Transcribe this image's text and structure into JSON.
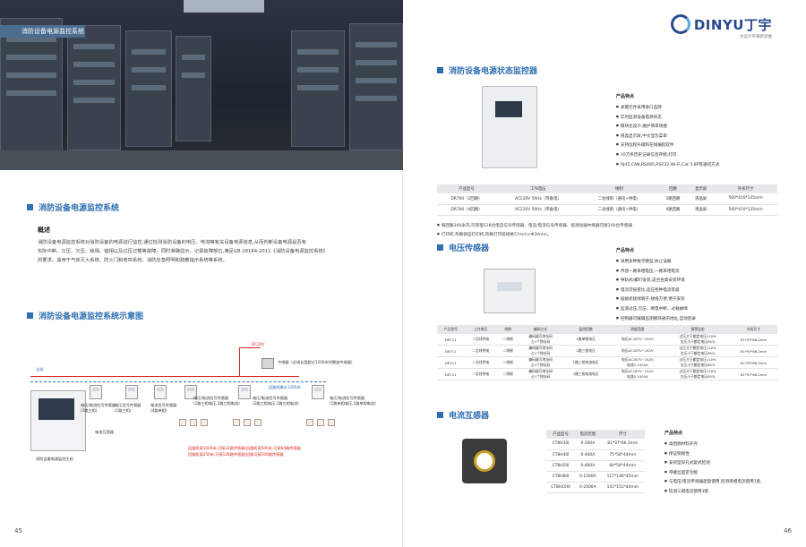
{
  "left_page": {
    "hero_label": "消防设备电源监控系统",
    "section1_title": "消防设备电源监控系统",
    "overview_title": "概述",
    "overview_text": [
      "消防设备电源监控系统对消防设备的电源进行监控,通过检测消防设备的电压、电流等有关设备电源信息,从而判断设备电源是否有",
      "实际中断、欠压、欠压、缺相、错相以及过压过载等故障。同时准确显示、记录故障部位,满足GB 28184-2011《消防设备电源监控系统》",
      "的要求。适用于气体灭火系统、防火门和卷帘系统、消防应急照明和疏散指示系统等系统。"
    ],
    "section2_title": "消防设备电源监控系统示意图",
    "diagram": {
      "dc_label": "DC24V",
      "bus_label": "总线",
      "host_label": "消防设备电源监控主机",
      "loop_label": "回路线最长1200米",
      "relay_label": "中继器（总线长度超过1200米时需加中继器）",
      "sensor_labels": [
        "电压/电流信号传感器\n(3路三相)",
        "电压信号传感器\n(1路三相)",
        "电流信号传感器\n(4路单相)",
        "电压/电流信号传感器\n(1路三相电压,1路三相电流)",
        "电压/电流信号传感器\n(2路三相电压,1路三相电流)",
        "电压/电流信号传感器\n(1路单相电压,1路单相电流)"
      ],
      "transformer_label": "电流互感器",
      "notes": [
        "回路距离1000米,可接32路传感器(回路距离500米,可接64路传感器",
        "回路距离250米,可接128路传感器)回路可接200路传感器"
      ]
    },
    "page_number": "45"
  },
  "right_page": {
    "logo_text": "DINYU丁宇",
    "logo_sub": "为设计带来新思维",
    "s1": {
      "title": "消防设备电源状态监控器",
      "features_title": "产品特点",
      "features": [
        "关键元件采用进口品牌",
        "实时监测设备电源状态",
        "模块化设计,维护简单快捷",
        "液晶显示屏,中文显示菜单",
        "支持远程升级和在线编程软件",
        "10万条历史记录信息存储,打印",
        "RJ45,CAN,RS485,RS232,Wi-Fi,Cat 5,8P等通讯方式"
      ],
      "headers": [
        "产品型号",
        "工作电压",
        "线制",
        "回路",
        "显示屏",
        "外形尺寸"
      ],
      "rows": [
        [
          "DR700（2回路）",
          "AC220V 50Hz（带备电）",
          "二总线制（通讯+供电）",
          "2路回路",
          "液晶屏",
          "500*410*135mm"
        ],
        [
          "DR700（4回路）",
          "AC220V 50Hz（带备电）",
          "二总线制（通讯+供电）",
          "4路回路",
          "液晶屏",
          "500*410*135mm"
        ]
      ],
      "notes": [
        "每回路300米内,可管理128台电压信号传感器、电压/电流信号传感器、能源加编中继器可接200台传感器",
        "打印机:热敏微型打印机,热敏打印纸规格57mm×Φ30mm。"
      ]
    },
    "s2": {
      "title": "电压传感器",
      "features_title": "产品特点",
      "features": [
        "采用多种数学模型,防止误报",
        "传感一路单相电压,一路单相电流",
        "导轨式/螺钉安装,适合各类安装环境",
        "电流可按变比,适应各种电流等级",
        "插拔式接线端子,接线方便,便于安装",
        "监测过压,欠压、断电中断、过载故障",
        "控制器可编辑监测模块通讯地址,自动登录"
      ],
      "headers": [
        "产品型号",
        "工作电压",
        "线制",
        "编码方式",
        "监测回路",
        "测量范围",
        "报警设定",
        "外形尺寸"
      ],
      "rows": [
        [
          "DR711",
          "二总线供电",
          "二线制",
          "编码器写地址码\n占1个独址码",
          "1路单相电压",
          "电压AC187V~242V",
          "过压大于额定电压110%\n欠压小于额定电压85%",
          "81*97*66.2mm"
        ],
        [
          "DR711",
          "二总线供电",
          "二线制",
          "编码器写地址码\n占1个独址码",
          "2路三相电压",
          "电压AC187V~242V",
          "过压大于额定电压110%\n欠压小于额定电压85%",
          "81*97*66.2mm"
        ],
        [
          "DR711",
          "二总线供电",
          "二线制",
          "编码器写地址码\n占1个独址码",
          "1路三相电流电压",
          "电压AC187V~242V\n电流0-1000A",
          "过压大于额定电压110%\n欠压小于额定电压85%",
          "81*97*66.2mm"
        ],
        [
          "DR711",
          "二总线供电",
          "二线制",
          "编码器写地址码\n占1个独址码",
          "2路三相电流电压",
          "电压AC187V~242V\n电流0-1000A",
          "过压大于额定电压110%\n欠压小于额定电压85%",
          "81*97*66.2mm"
        ]
      ]
    },
    "s3": {
      "title": "电流互感器",
      "headers": [
        "产品型号",
        "电流范围",
        "尺寸"
      ],
      "rows": [
        [
          "CT8H30I",
          "0-200A",
          "81*97*66.2mm"
        ],
        [
          "CT8H40I",
          "0-400A",
          "75*58*44mm"
        ],
        [
          "CT8H50I",
          "0-800A",
          "84*58*44mm"
        ],
        [
          "CT8H80I",
          "0-1500A",
          "117*148*45mm"
        ],
        [
          "CT8H100I",
          "0-2000A",
          "141*151*44mm"
        ]
      ],
      "features_title": "产品特点",
      "features": [
        "高阻燃材料外壳",
        "保证铜接性",
        "安装型穿孔式复式检测",
        "带螺丝固定功能",
        "与电压/电流传感器配套使用,检测单相电流使用1套,",
        "检测三相电流使用3套"
      ]
    },
    "page_number": "46"
  }
}
